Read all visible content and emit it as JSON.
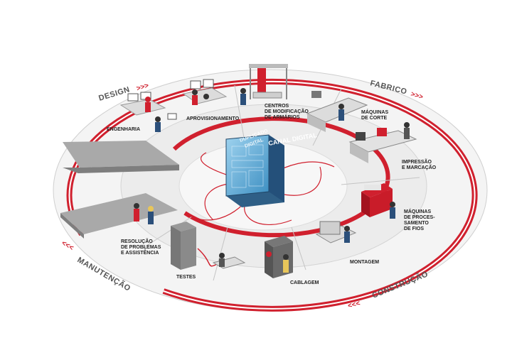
{
  "diagram": {
    "phases": {
      "design": "DESIGN",
      "fabrico": "FABRICO",
      "construcao": "CONSTRUÇÃO",
      "manutencao": "MANUTENÇÃO",
      "arrows_forward": ">>>",
      "arrows_back": "<<<"
    },
    "center": {
      "canal_digital": "CANAL DIGITAL",
      "gemeo_line1": "DUPLICADO",
      "gemeo_line2": "DIGITAL"
    },
    "stations": {
      "engenharia": "ENGENHARIA",
      "aprovisionamento": "APROVISIONAMENTO",
      "centros": [
        "CENTROS",
        "DE MODIFICAÇÃO",
        "DE ARMÁRIOS"
      ],
      "maquinas_corte": [
        "MÁQUINAS",
        "DE CORTE"
      ],
      "impressao": [
        "IMPRESSÃO",
        "E MARCAÇÃO"
      ],
      "processamento": [
        "MÁQUINAS",
        "DE PROCES-",
        "SAMENTO",
        "DE FIOS"
      ],
      "montagem": "MONTAGEM",
      "cablagem": "CABLAGEM",
      "testes": "TESTES",
      "resolucao": [
        "RESOLUÇÃO",
        "DE PROBLEMAS",
        "E ASSISTÊNCIA"
      ]
    },
    "colors": {
      "accent_red": "#d0202e",
      "ring_grey": "#e6e6e6",
      "dark_grey": "#8a8a8a",
      "cabinet_blue": "#5aa9d6"
    }
  }
}
